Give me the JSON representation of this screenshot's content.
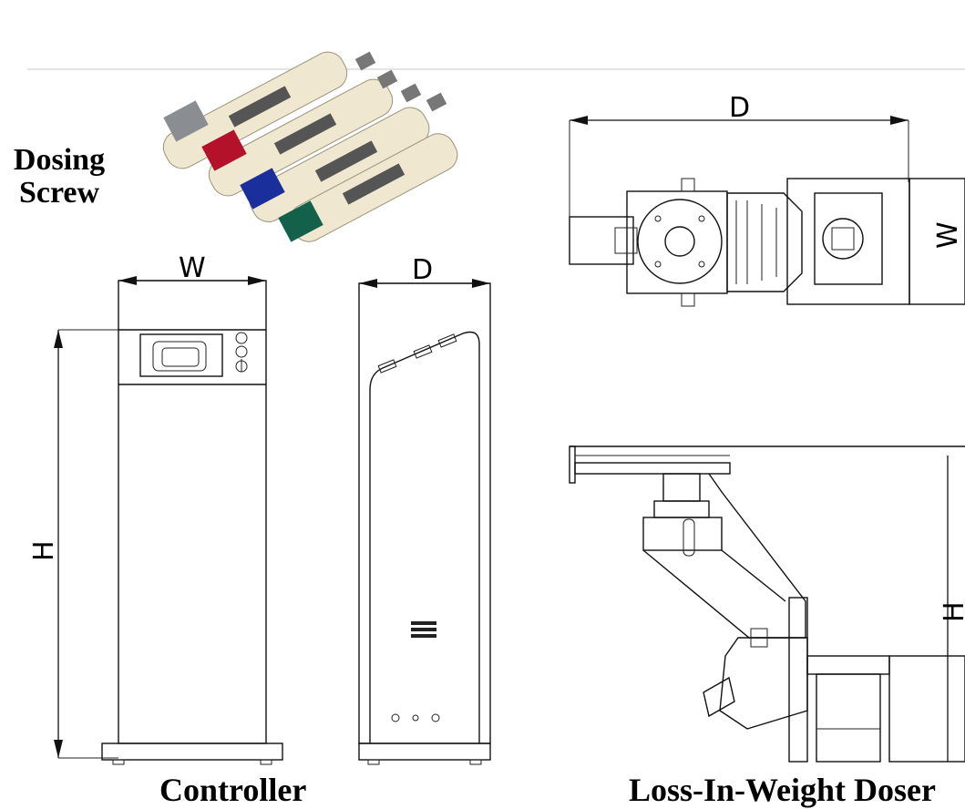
{
  "labels": {
    "dosing_screw_line1": "Dosing",
    "dosing_screw_line2": "Screw",
    "controller": "Controller",
    "doser": "Loss-In-Weight Doser"
  },
  "dimensions": {
    "width": "W",
    "depth": "D",
    "height": "H"
  },
  "colors": {
    "screw_body": "#efe7cf",
    "screw_gray": "#8a8d92",
    "screw_red": "#b3122a",
    "screw_blue": "#1a2f9c",
    "screw_green": "#13614a"
  }
}
